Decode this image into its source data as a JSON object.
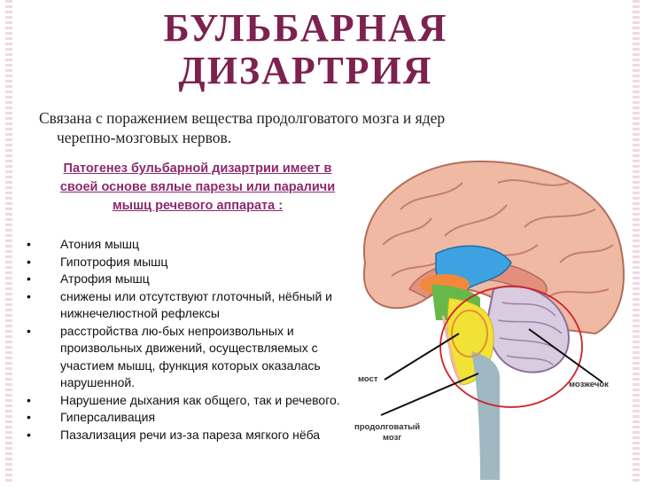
{
  "title": "БУЛЬБАРНАЯ ДИЗАРТРИЯ",
  "subtitle": {
    "line1": "Связана с поражением вещества продолговатого мозга и ядер",
    "line2": "черепно-мозговых нервов."
  },
  "pathogenesis": "Патогенез бульбарной дизартрии имеет в своей основе вялые парезы или параличи мышц речевого аппарата :",
  "bullets": [
    "Атония мышц",
    "Гипотрофия мышц",
    "Атрофия мышц",
    "снижены или отсутствуют глоточный, нёбный и нижнечелюстной рефлексы",
    "расстройства лю-бых непроизвольных и произвольных движений, осуществляемых с участием мышц, функция которых оказалась нарушенной.",
    "Нарушение дыхания как общего, так и речевого.",
    "Гиперсаливация",
    "Пазализация речи из-за пареза мягкого нёба"
  ],
  "figure": {
    "label_most": "мост",
    "label_cerebellum": "мозжечок",
    "label_medulla_1": "продолговатый",
    "label_medulla_2": "мозг"
  },
  "colors": {
    "title": "#7c2150",
    "pathogenesis": "#8b2a6e",
    "highlight_ring": "#d0202a"
  }
}
